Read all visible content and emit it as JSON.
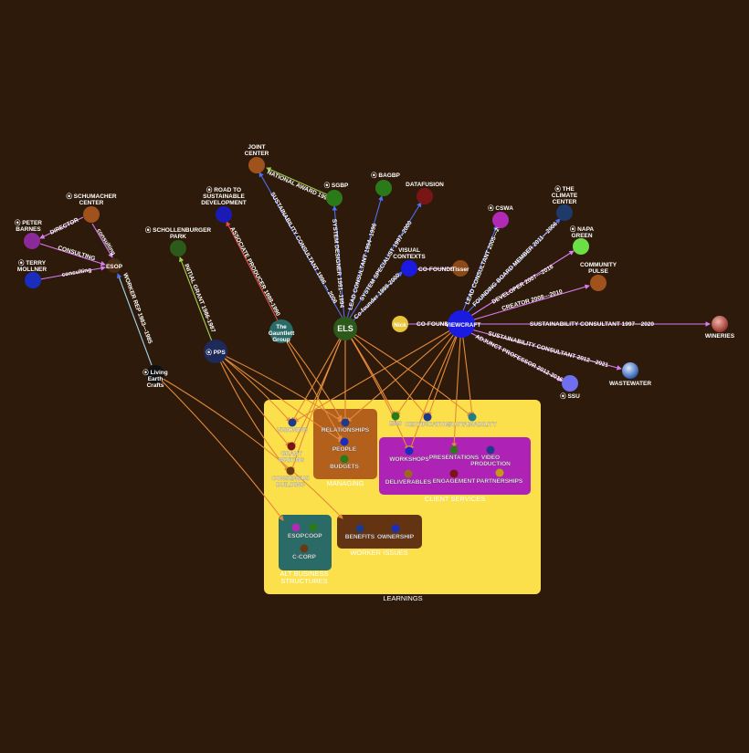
{
  "groups": {
    "learnings": "LEARNINGS",
    "managing": "MANAGING",
    "client_services": "CLIENT SERVICES",
    "alt_business": [
      "ALT BUSINESS",
      "STRUCTURES"
    ],
    "worker_issues": "WORKER ISSUES"
  },
  "items": {
    "visioning": "VISIONING",
    "grant_writing": [
      "GRANT",
      "WRITING"
    ],
    "consensus_building": [
      "CONSENSUS",
      "BUILDING"
    ],
    "relationships": "RELATIONSHIPS",
    "people": "PEOPLE",
    "budgets": "BUDGETS",
    "ems": "EMS",
    "certification": "CERTIFICATION",
    "sustainability": "SUSTAINABILITY",
    "workshops": "WORKSHOPS",
    "presentations": "PRESENTATIONS",
    "video_production": [
      "VIDEO",
      "PRODUCTION"
    ],
    "deliverables": "DELIVERABLES",
    "engagement": "ENGAGEMENT",
    "partnerships": "PARTNERSHIPS",
    "esop2": "ESOP",
    "coop": "COOP",
    "ccorp": "C-CORP",
    "benefits": "BENEFITS",
    "ownership": "OWNERSHIP"
  },
  "nodes": {
    "joint_center": [
      "JOINT",
      "CENTER"
    ],
    "sgbp": "⦿ SGBP",
    "bagbp": "⦿ BAGBP",
    "datafusion": "DATAFUSION",
    "cswa": "⦿ CSWA",
    "climate_center": [
      "⦿ THE",
      "CLIMATE",
      "CENTER"
    ],
    "napa_green": [
      "⦿ NAPA",
      "GREEN"
    ],
    "community_pulse": [
      "COMMUNITY",
      "PULSE"
    ],
    "wineries": "WINERIES",
    "wastewater": "WASTEWATER",
    "ssu": "⦿ SSU",
    "schumacher": [
      "⦿ SCHUMACHER",
      "CENTER"
    ],
    "peter_barnes": [
      "⦿ PETER",
      "BARNES"
    ],
    "terry_mollner": [
      "⦿ TERRY",
      "MOLLNER"
    ],
    "esop": "ESOP",
    "schollenburger": [
      "⦿ SCHOLLENBURGER",
      "PARK"
    ],
    "road_to_sustainable": [
      "⦿ ROAD TO",
      "SUSTAINABLE",
      "DEVELOPMENT"
    ],
    "gauntlett": [
      "The",
      "Gauntlett",
      "Group"
    ],
    "els": "ELS",
    "pps": "⦿ PPS",
    "living_earth": [
      "⦿ Living",
      "Earth",
      "Crafts"
    ],
    "visual_contexts": [
      "VISUAL",
      "CONTEXTS"
    ],
    "tisser": "Tisser",
    "nick": "Nick",
    "viewcraft": "VIEWCRAFT"
  },
  "edges": {
    "national_award": "NATIONAL AWARD 1999",
    "sustainability_consultant_els": "SUSTAINABILITY CONSULTANT 1996 --- 2006",
    "system_designer": "SYSTEM DESIGNER 1991--1994",
    "lead_consultant_bagbp": "LEAD CONSULTANT 1994--1996",
    "system_specialist": "SYSTEM SPECIALIST 1997--2000",
    "co_founder_vc": "Co-founder 1999-2000",
    "co_founder_tisser": "CO-FOUNDER",
    "co_founder_nick": "CO-FOUNDER",
    "lead_consultant_cswa": "LEAD CONSULTANT 2005---2010",
    "founding_board": "FOUNDING BOARD MEMBER 2011---2006",
    "developer": "DEVELOPER 2007---2016",
    "creator": "CREATOR 2008---2010",
    "sust_consultant_wineries": "SUSTAINABILITY CONSULTANT 1997---2020",
    "sust_consultant_wastewater": "SUSTAINABILITY CONSULTANT 2012---2021",
    "adjunct_professor": "ADJUNCT PROFESSOR 2012-2016",
    "director": "DIRECTOR",
    "consulting_upper": "CONSULTING",
    "consulting_lower": "consulting",
    "consulting_vertical": "consulting",
    "worker_rep": "WORKER REP 1983---1985",
    "initial_grant": "INITIAL GRANT 1986-1987",
    "associate_producer": "ASSOCIATE PRODUCER 1988-1990"
  },
  "colors": {
    "background": "#2d1a0a",
    "learnings_box": "#fbe04b",
    "managing_box": "#b3601c",
    "client_services_box": "#ae22b5",
    "alt_business_box": "#2b6b67",
    "worker_issues_box": "#643412",
    "edge_orange": "#e58a3a",
    "edge_blue": "#4f6ff0",
    "edge_violet": "#d97ef2",
    "edge_gray": "#aeb2c4"
  }
}
